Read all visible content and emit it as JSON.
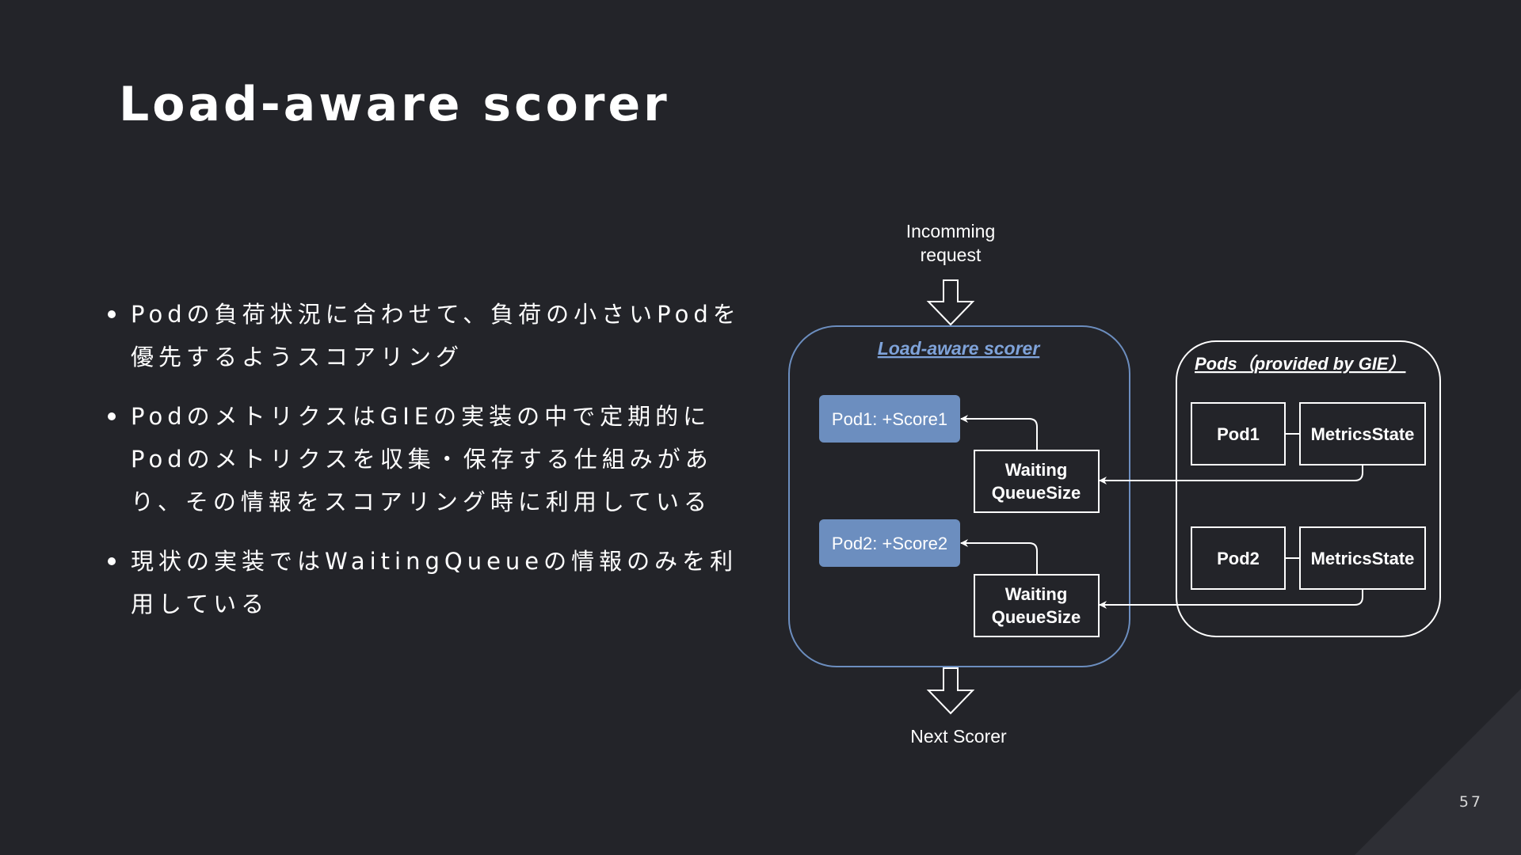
{
  "slide": {
    "title": "Load-aware scorer",
    "page_number": "57"
  },
  "bullets": [
    {
      "lines": [
        "Podの負荷状況に合わせて、負荷の小さいPodを",
        "優先するようスコアリング"
      ]
    },
    {
      "lines": [
        "PodのメトリクスはGIEの実装の中で定期的に",
        "Podのメトリクスを収集・保存する仕組みがあ",
        "り、その情報をスコアリング時に利用している"
      ]
    },
    {
      "lines": [
        "現状の実装ではWaitingQueueの情報のみを利",
        "用している"
      ]
    }
  ],
  "diagram": {
    "incoming_label": [
      "Incomming",
      "request"
    ],
    "next_label": "Next Scorer",
    "scorer": {
      "title": "Load-aware scorer",
      "score1": "Pod1: +Score1",
      "score2": "Pod2: +Score2",
      "queue1": [
        "Waiting",
        "QueueSize"
      ],
      "queue2": [
        "Waiting",
        "QueueSize"
      ]
    },
    "pods": {
      "title": "Pods（provided by GIE）",
      "pod1": "Pod1",
      "pod2": "Pod2",
      "metrics1": "MetricsState",
      "metrics2": "MetricsState"
    },
    "colors": {
      "scorer_border": "#6c8ebf",
      "score_fill": "#6c8ebf",
      "scorer_title": "#7fa3d9",
      "line": "#ffffff"
    }
  }
}
